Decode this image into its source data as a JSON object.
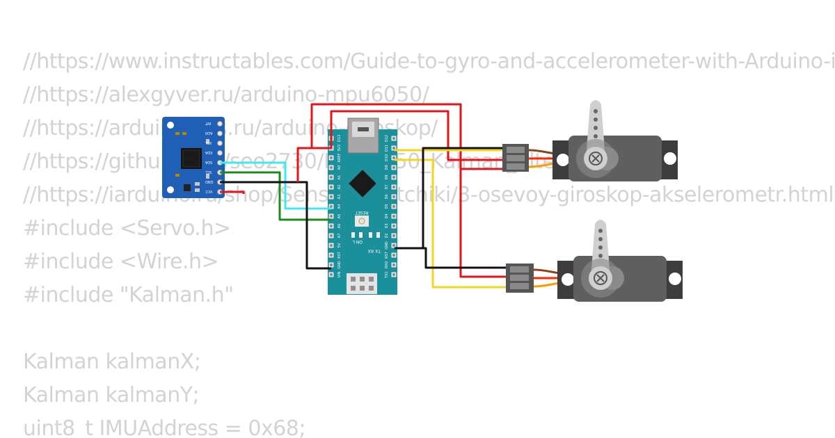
{
  "code_lines": [
    "//https://www.instructables.com/Guide-to-gyro-and-accelerometer-with-Arduino-including-Kalman-filtering/",
    "//https://alexgyver.ru/arduino-mpu6050/",
    "//https://arduinoplus.ru/arduino-giroskop/",
    "//https://github.com/seo2730/MPU6050_Kalman_filter",
    "//https://iarduino.ru/shop/Sensory-Datchiki/3-osevoy-giroskop-akselerometr.html",
    "#include <Servo.h>",
    "#include <Wire.h>",
    "#include \"Kalman.h\"",
    "",
    "Kalman kalmanX;",
    "Kalman kalmanY;",
    "uint8_t IMUAddress = 0x68;"
  ],
  "mpu6050": {
    "pins": [
      "INT",
      "AD0",
      "XCL",
      "XDA",
      "SDA",
      "SCL",
      "GND",
      "VCC"
    ]
  },
  "nano": {
    "top_pins": [
      "D12",
      "D11",
      "D10",
      "D9",
      "D8",
      "D7",
      "D6",
      "D5",
      "D4",
      "D3",
      "D2",
      "GND",
      "RST",
      "RX0",
      "TX1"
    ],
    "bottom_pins": [
      "D13",
      "3V3",
      "AREF",
      "A0",
      "A1",
      "A2",
      "A3",
      "A4",
      "A5",
      "A6",
      "A7",
      "5V",
      "RST",
      "GND",
      "VIN"
    ],
    "reset_label": "RESET",
    "led_labels": [
      "TX",
      "RX",
      "ON",
      "L"
    ]
  },
  "colors": {
    "wire_red": "#e0161a",
    "wire_black": "#111111",
    "wire_yellow": "#f5d51f",
    "wire_cyan": "#3fe8f2",
    "wire_green": "#1c8a1c",
    "nano_board": "#1b8f9a",
    "mpu_board": "#1f5fb5",
    "servo_body": "#5f5f5f",
    "code_text": "#d3d3d3"
  }
}
